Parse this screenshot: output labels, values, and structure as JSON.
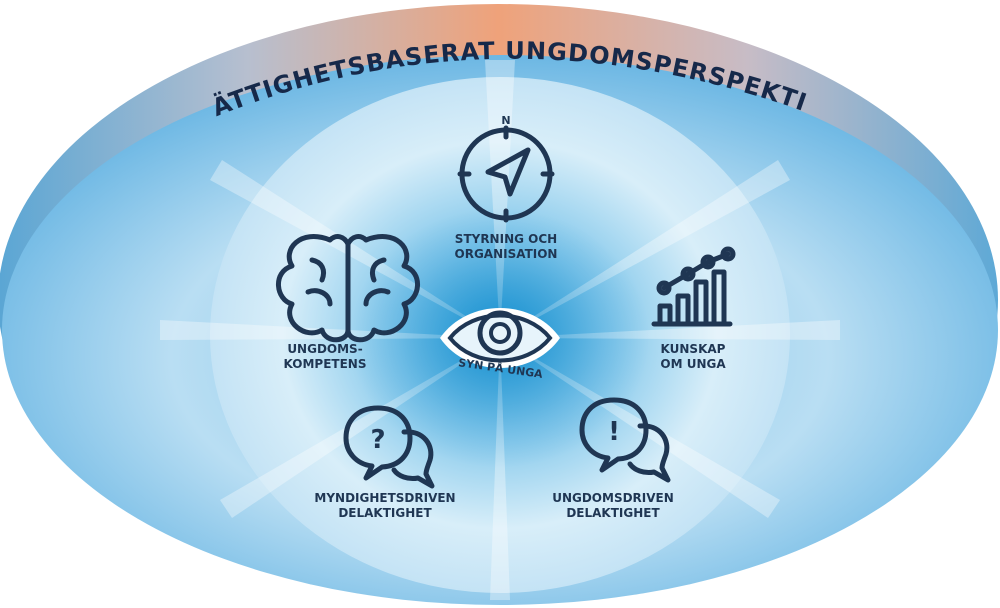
{
  "title": "RÄTTIGHETSBASERAT UNGDOMSPERSPEKTIV",
  "center": {
    "label": "SYN PÅ UNGA"
  },
  "compass_letter": "N",
  "items": [
    {
      "icon": "compass-icon",
      "line1": "STYRNING OCH",
      "line2": "ORGANISATION"
    },
    {
      "icon": "brain-icon",
      "line1": "UNGDOMS-",
      "line2": "KOMPETENS"
    },
    {
      "icon": "bar-chart-icon",
      "line1": "KUNSKAP",
      "line2": "OM UNGA"
    },
    {
      "icon": "question-bubbles-icon",
      "line1": "MYNDIGHETSDRIVEN",
      "line2": "DELAKTIGHET"
    },
    {
      "icon": "exclamation-bubbles-icon",
      "line1": "UNGDOMSDRIVEN",
      "line2": "DELAKTIGHET"
    }
  ],
  "colors": {
    "navy": "#1f3653",
    "band_warm": "#e9a77f",
    "band_cool": "#4f9ccf",
    "core": "#3aa3d8"
  }
}
